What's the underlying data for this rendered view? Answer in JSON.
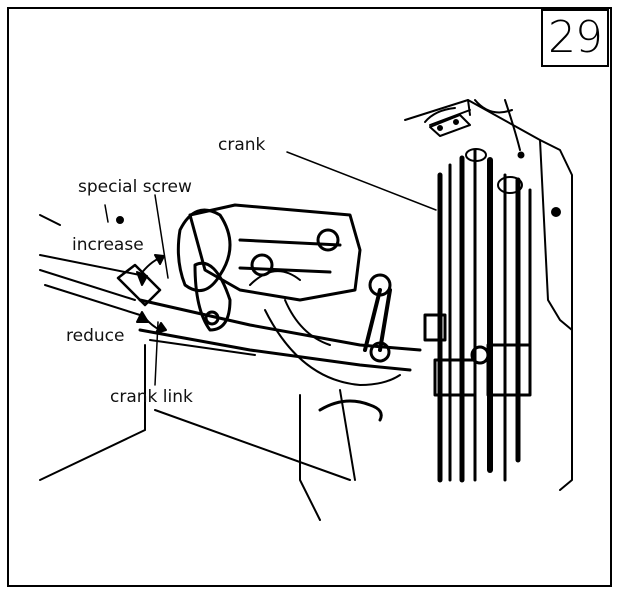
{
  "figure": {
    "page_number": "29",
    "callouts": {
      "crank": "crank",
      "special_screw": "special screw",
      "increase": "increase",
      "reduce": "reduce",
      "crank_link": "crank link"
    }
  },
  "colors": {
    "line": "#000000",
    "background": "#ffffff"
  }
}
